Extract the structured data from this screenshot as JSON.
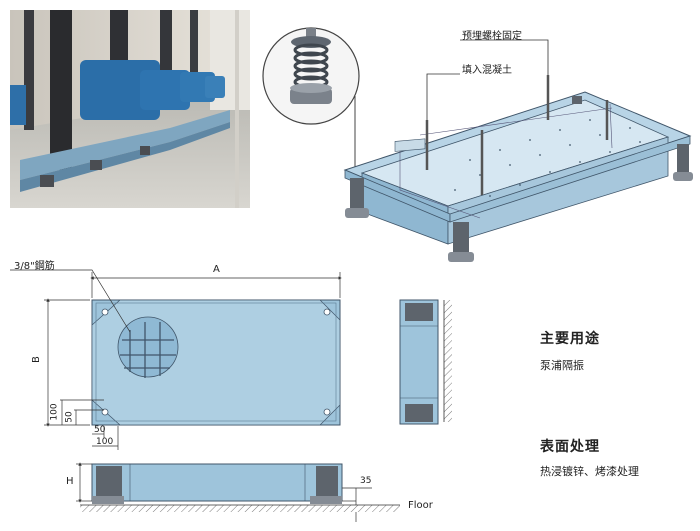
{
  "callouts": {
    "embedded_bolt": "预埋螺栓固定",
    "fill_concrete": "填入混凝土"
  },
  "plan_view": {
    "rebar_label": "3/8\"鋼筋",
    "dim_A": "A",
    "dim_B": "B",
    "dim_100_v": "100",
    "dim_50_v": "50",
    "dim_50_h": "50",
    "dim_100_h": "100"
  },
  "elevation_view": {
    "dim_H": "H",
    "dim_35": "35",
    "floor_label": "Floor"
  },
  "text_panel": {
    "usage_title": "主要用途",
    "usage_text": "泵浦隔振",
    "surface_title": "表面处理",
    "surface_text": "热浸镀锌、烤漆处理"
  },
  "colors": {
    "steel_blue": "#9ec4db",
    "steel_dark": "#6f9fbe",
    "spring_gray": "#6a7078",
    "floor_hatch": "#7a7a7a"
  }
}
